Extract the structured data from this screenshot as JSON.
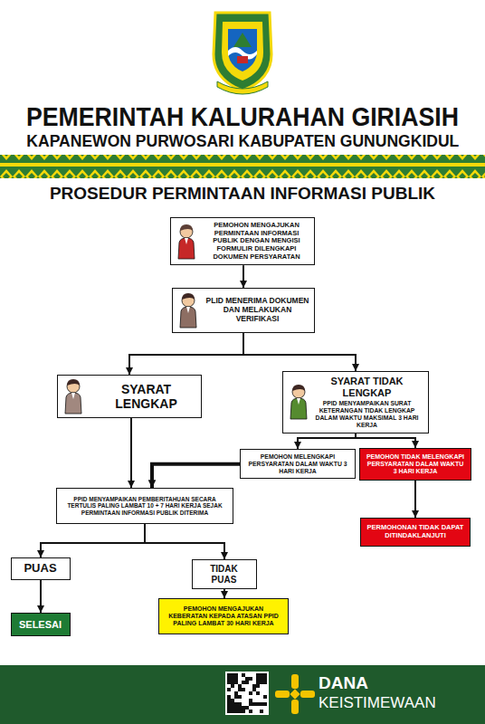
{
  "diagram": {
    "title": "PROSEDUR PERMINTAAN INFORMASI PUBLIK",
    "nodes": [
      {
        "text": [
          "PEMOHON MENGAJUKAN PERMINTAAN INFORMASI PUBLIK DENGAN MENGISI FORMULIR DILENGKAPI DOKUMEN PERSYARATAN"
        ]
      },
      {
        "text": [
          "PLID MENERIMA DOKUMEN DAN MELAKUKAN VERIFIKASI"
        ]
      },
      {
        "text": [
          "SYARAT LENGKAP"
        ]
      },
      {
        "text": [
          "SYARAT TIDAK LENGKAP",
          "PPID MENYAMPAIKAN SURAT KETERANGAN TIDAK LENGKAP DALAM WAKTU MAKSIMAL 3 HARI KERJA"
        ]
      },
      {
        "text": [
          "PEMOHON MELENGKAPI PERSYARATAN DALAM WAKTU 3 HARI KERJA"
        ]
      },
      {
        "text": [
          "PEMOHON TIDAK MELENGKAPI PERSYARATAN DALAM WAKTU 3 HARI KERJA"
        ]
      },
      {
        "text": [
          "PPID MENYAMPAIKAN PEMBERITAHUAN SECARA TERTULIS PALING LAMBAT 10 + 7 HARI KERJA SEJAK PERMINTAAN INFORMASI PUBLIK DITERIMA"
        ]
      },
      {
        "text": [
          "PERMOHONAN TIDAK DAPAT DITINDAKLANJUTI"
        ]
      },
      {
        "text": [
          "PUAS"
        ]
      },
      {
        "text": [
          "TIDAK PUAS"
        ]
      },
      {
        "text": [
          "SELESAI"
        ]
      },
      {
        "text": [
          "PEMOHON MENGAJUKAN KEBERATAN KEPADA ATASAN PPID PALING LAMBAT 30 HARI KERJA"
        ]
      }
    ],
    "edges": [
      {
        "from": 0,
        "to": 1,
        "arrow": "to"
      },
      {
        "from": 1,
        "to": 2,
        "arrow": "to"
      },
      {
        "from": 1,
        "to": 3,
        "arrow": "to"
      },
      {
        "from": 3,
        "to": 4,
        "arrow": "to"
      },
      {
        "from": 3,
        "to": 5,
        "arrow": "to"
      },
      {
        "from": 2,
        "to": 6,
        "arrow": "to"
      },
      {
        "from": 4,
        "to": 6,
        "arrow": "to"
      },
      {
        "from": 5,
        "to": 7,
        "arrow": "to"
      },
      {
        "from": 6,
        "to": 8,
        "arrow": "to"
      },
      {
        "from": 6,
        "to": 9,
        "arrow": "to"
      },
      {
        "from": 8,
        "to": 10,
        "arrow": "to"
      },
      {
        "from": 9,
        "to": 11,
        "arrow": "to"
      }
    ],
    "labels": [
      "PEMERINTAH KALURAHAN GIRIASIH",
      "KAPANEWON PURWOSARI KABUPATEN GUNUNGKIDUL",
      "DANA",
      "KEISTIMEWAAN"
    ]
  }
}
